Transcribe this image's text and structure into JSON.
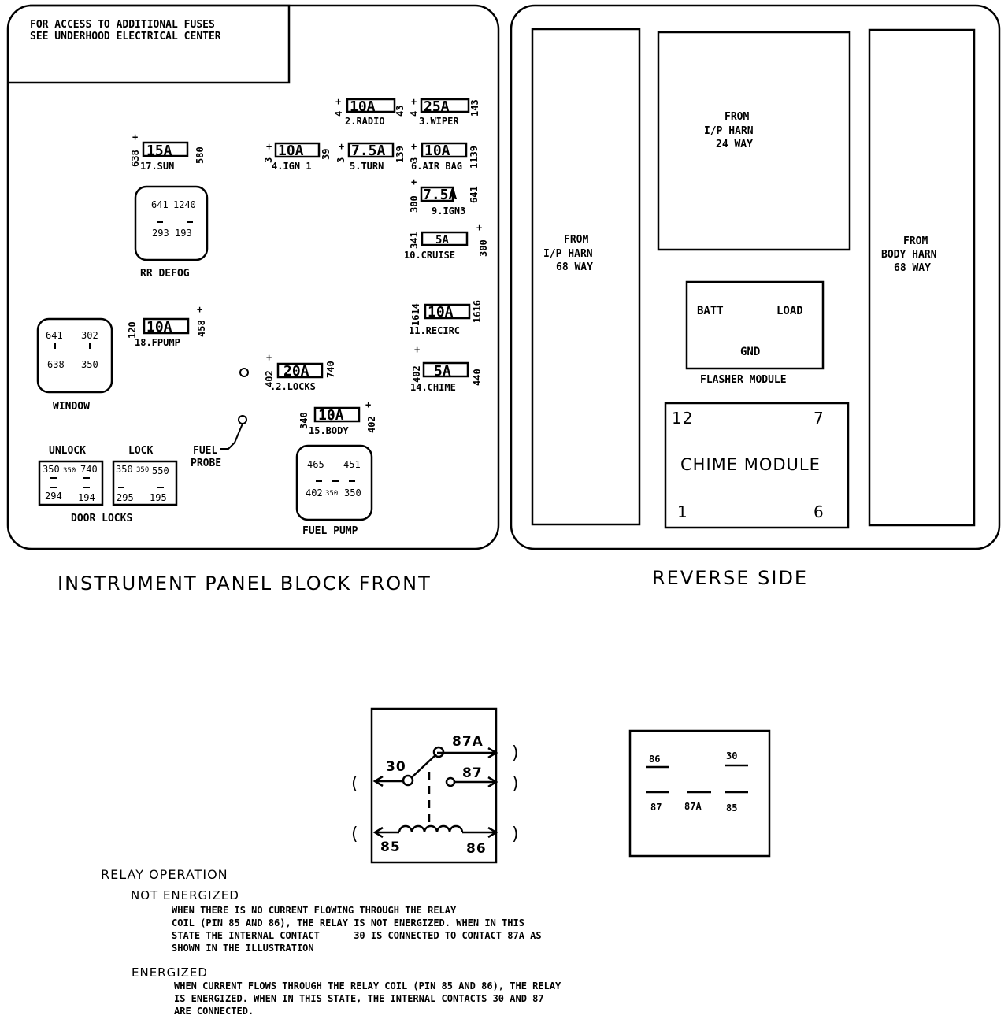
{
  "front_panel": {
    "note_line1": "FOR ACCESS TO ADDITIONAL FUSES",
    "note_line2": "SEE UNDERHOOD ELECTRICAL CENTER",
    "title": "INSTRUMENT PANEL BLOCK FRONT",
    "fuses": [
      {
        "rating": "10A",
        "name": "2.RADIO",
        "left_pin": "4",
        "right_pin": "43"
      },
      {
        "rating": "25A",
        "name": "3.WIPER",
        "left_pin": "4",
        "right_pin": "143"
      },
      {
        "rating": "15A",
        "name": "17.SUN",
        "left_pin": "638",
        "right_pin": "580"
      },
      {
        "rating": "10A",
        "name": "4.IGN 1",
        "left_pin": "3",
        "right_pin": "39"
      },
      {
        "rating": "7.5A",
        "name": "5.TURN",
        "left_pin": "3",
        "right_pin": "139"
      },
      {
        "rating": "10A",
        "name": "6.AIR BAG",
        "left_pin": "3",
        "right_pin": "1139"
      },
      {
        "rating": "7.5A",
        "name": "9.IGN3",
        "left_pin": "300",
        "right_pin": "641"
      },
      {
        "rating": "5A",
        "name": "10.CRUISE",
        "left_pin": "341",
        "right_pin": "300"
      },
      {
        "rating": "10A",
        "name": "11.RECIRC",
        "left_pin": "1614",
        "right_pin": "1616"
      },
      {
        "rating": "10A",
        "name": "18.FPUMP",
        "left_pin": "120",
        "right_pin": "458"
      },
      {
        "rating": "20A",
        "name": ".2.LOCKS",
        "left_pin": "402",
        "right_pin": "740"
      },
      {
        "rating": "5A",
        "name": "14.CHIME",
        "left_pin": "402",
        "right_pin": "440"
      },
      {
        "rating": "10A",
        "name": "15.BODY",
        "left_pin": "340",
        "right_pin": "402"
      }
    ],
    "plus": "+",
    "rr_defog": {
      "label": "RR DEFOG",
      "pins": [
        "641",
        "1240",
        "293",
        "193"
      ]
    },
    "window": {
      "label": "WINDOW",
      "pins": [
        "641",
        "302",
        "638",
        "350"
      ]
    },
    "door_locks": {
      "label": "DOOR LOCKS",
      "unlock": {
        "label": "UNLOCK",
        "pins": [
          "350",
          "350",
          "740",
          "294",
          "194"
        ]
      },
      "lock": {
        "label": "LOCK",
        "pins": [
          "350",
          "350",
          "550",
          "295",
          "195"
        ]
      }
    },
    "fuel_probe": {
      "line1": "FUEL",
      "line2": "PROBE"
    },
    "fuel_pump": {
      "label": "FUEL PUMP",
      "pins": [
        "465",
        "451",
        "402",
        "350",
        "350"
      ]
    }
  },
  "reverse_side": {
    "title": "REVERSE SIDE",
    "left_harness": {
      "line1": "FROM",
      "line2": "I/P HARN",
      "line3": "68 WAY"
    },
    "top_harness": {
      "line1": "FROM",
      "line2": "I/P HARN",
      "line3": "24 WAY"
    },
    "right_harness": {
      "line1": "FROM",
      "line2": "BODY HARN",
      "line3": "68 WAY"
    },
    "flasher": {
      "label": "FLASHER MODULE",
      "batt": "BATT",
      "load": "LOAD",
      "gnd": "GND"
    },
    "chime": {
      "label": "CHIME MODULE",
      "tl": "12",
      "tr": "7",
      "bl": "1",
      "br": "6"
    }
  },
  "relay_diagram": {
    "pins": {
      "p30": "30",
      "p87a": "87A",
      "p87": "87",
      "p85": "85",
      "p86": "86"
    },
    "open_paren": "(",
    "close_paren": ")"
  },
  "relay_pinout": {
    "p86": "86",
    "p30": "30",
    "p87": "87",
    "p87a": "87A",
    "p85": "85"
  },
  "relay_operation": {
    "heading": "RELAY OPERATION",
    "not_energized": {
      "title": "NOT ENERGIZED",
      "lines": [
        "WHEN THERE IS NO CURRENT FLOWING THROUGH THE RELAY",
        "COIL (PIN 85 AND 86), THE RELAY IS NOT ENERGIZED.  WHEN IN THIS",
        "STATE THE INTERNAL CONTACT      30 IS CONNECTED TO CONTACT 87A AS",
        "SHOWN IN THE ILLUSTRATION"
      ]
    },
    "energized": {
      "title": "ENERGIZED",
      "lines": [
        "WHEN CURRENT FLOWS THROUGH THE RELAY COIL (PIN 85 AND 86), THE RELAY",
        "IS ENERGIZED.  WHEN IN THIS STATE, THE INTERNAL CONTACTS 30 AND 87",
        "ARE CONNECTED."
      ]
    }
  }
}
